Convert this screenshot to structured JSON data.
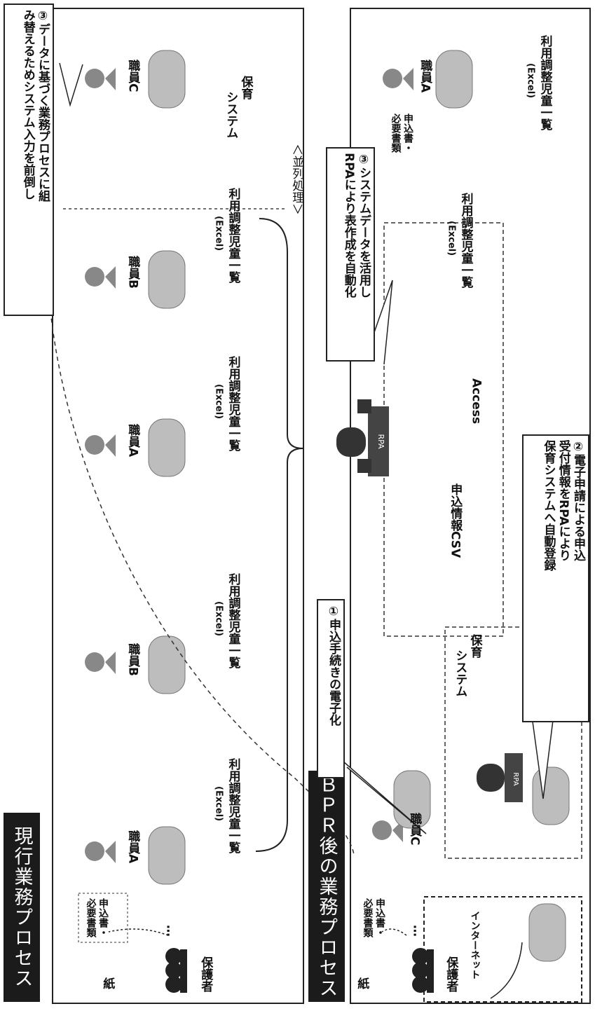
{
  "current": {
    "header": "現行業務プロセス",
    "paper": "紙",
    "guardian": "保護者",
    "ellipsis": "…",
    "forms": [
      "申込書・",
      "必要書類"
    ],
    "staff": [
      "職員A",
      "職員B",
      "職員A",
      "職員B",
      "職員C"
    ],
    "list_label": "利用調整児童一覧",
    "excel": "(Excel)",
    "system": [
      "保育",
      "システム"
    ],
    "parallel": "＜並列処理＞"
  },
  "bpr": {
    "header": "ＢＰＲ後の業務プロセス",
    "paper": "紙",
    "guardian": "保護者",
    "ellipsis": "…",
    "forms": [
      "申込書・",
      "必要書類"
    ],
    "internet": "インターネット",
    "staff_c": "職員C",
    "staff_a": "職員A",
    "system": [
      "保育",
      "システム"
    ],
    "rpa": "RPA",
    "csv": "申込情報CSV",
    "access": "Access",
    "list_label": "利用調整児童一覧",
    "excel": "(Excel)",
    "forms_right": [
      "申込書・",
      "必要書類"
    ]
  },
  "callouts": {
    "c1": "①申込手続きの電子化",
    "c2": [
      "②電子申請による申込",
      "受付情報をRPAにより",
      "保育システムへ自動登録"
    ],
    "c3a": [
      "③システムデータを活用し",
      "RPAにより表作成を自動化"
    ],
    "c3b": [
      "③データに基づく業務プロセスに組",
      "み替えるためシステム入力を前倒し"
    ]
  }
}
